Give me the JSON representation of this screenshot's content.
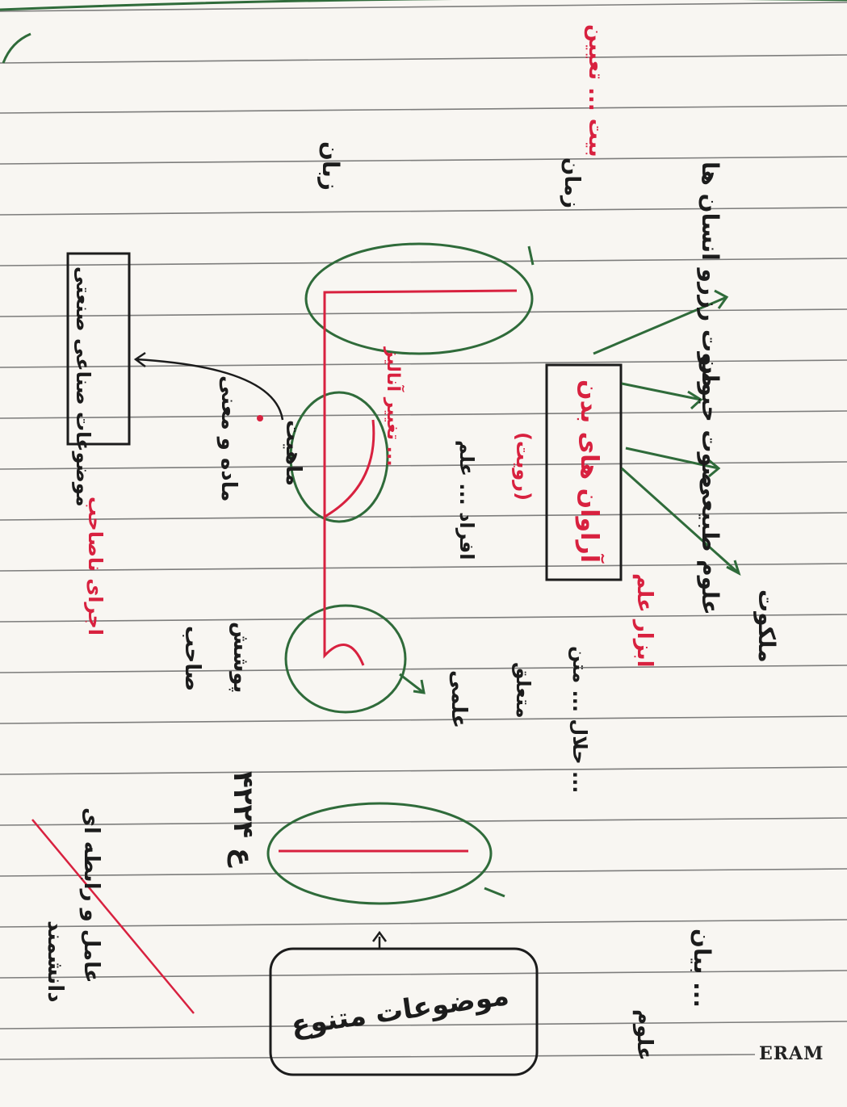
{
  "brand": "ERAM",
  "colors": {
    "ink_green": "#2f6b3a",
    "ink_black": "#1c1c1c",
    "ink_red": "#d8213f",
    "paper": "#f8f6f2",
    "rule": "#4a4a4a"
  },
  "notes": {
    "top_red_arrow_label": "بیت ... تعیین",
    "box_main": "آراوان های بدن",
    "box_main_sub": "(رویت)",
    "green_right_1": "صوت رزرو انسان ها",
    "green_right_2": "صوت حیوان",
    "green_right_3": "علوم طبیعی",
    "green_right_4": "ملکوت",
    "red_right_1": "ابزار علم",
    "black_mid_1": "حلال ... متن ...",
    "black_mid_2": "متعلق",
    "black_mid_3": "علمی",
    "black_mid_4": "زبان",
    "black_mid_5": "زمان",
    "black_left_1": "ماهیت",
    "black_left_2": "ماده و معنی",
    "black_left_3": "موضوعات صناعی صنعتی",
    "black_left_4": "پوشش",
    "black_left_5": "صاحب",
    "red_left_1": "اجرای ناصاحب",
    "red_left_2": "افراد ... علم",
    "red_mid_1": "تغییر آنالیز ...",
    "bottom_box": "موضوعات متنوع",
    "bottom_number": "۴۲۲۴ ع",
    "bottom_crossed": "عامل و رابطه ای",
    "bottom_left_1": "دانشمند",
    "bottom_right_1": "بیان ...",
    "bottom_right_2": "علوم"
  }
}
